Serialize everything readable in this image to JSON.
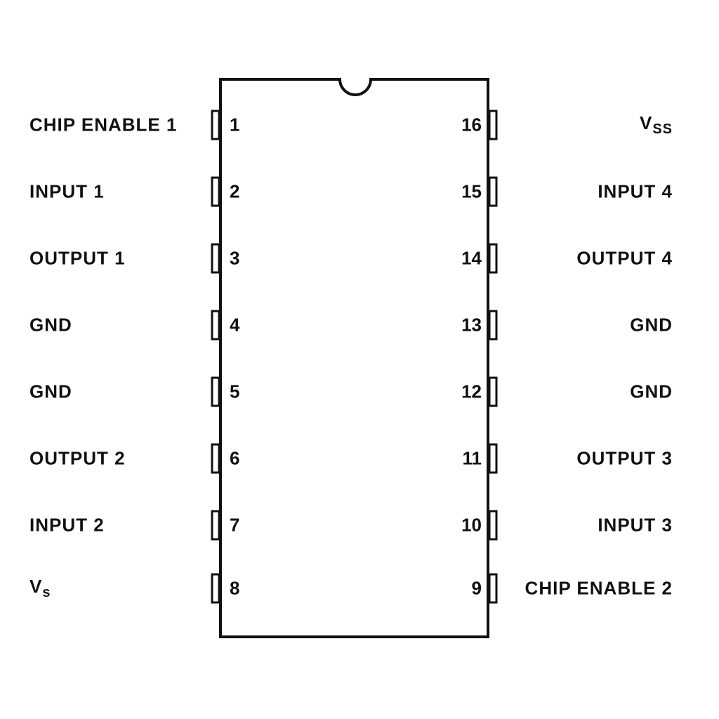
{
  "diagram": {
    "type": "16-pin DIP pinout",
    "left_pins": [
      {
        "number": "1",
        "label": "CHIP ENABLE 1"
      },
      {
        "number": "2",
        "label": "INPUT 1"
      },
      {
        "number": "3",
        "label": "OUTPUT 1"
      },
      {
        "number": "4",
        "label": "GND"
      },
      {
        "number": "5",
        "label": "GND"
      },
      {
        "number": "6",
        "label": "OUTPUT 2"
      },
      {
        "number": "7",
        "label": "INPUT 2"
      },
      {
        "number": "8",
        "label": "V",
        "sub": "s"
      }
    ],
    "right_pins": [
      {
        "number": "16",
        "label": "V",
        "sub": "SS"
      },
      {
        "number": "15",
        "label": "INPUT 4"
      },
      {
        "number": "14",
        "label": "OUTPUT 4"
      },
      {
        "number": "13",
        "label": "GND"
      },
      {
        "number": "12",
        "label": "GND"
      },
      {
        "number": "11",
        "label": "OUTPUT 3"
      },
      {
        "number": "10",
        "label": "INPUT 3"
      },
      {
        "number": "9",
        "label": "CHIP ENABLE 2"
      }
    ]
  }
}
